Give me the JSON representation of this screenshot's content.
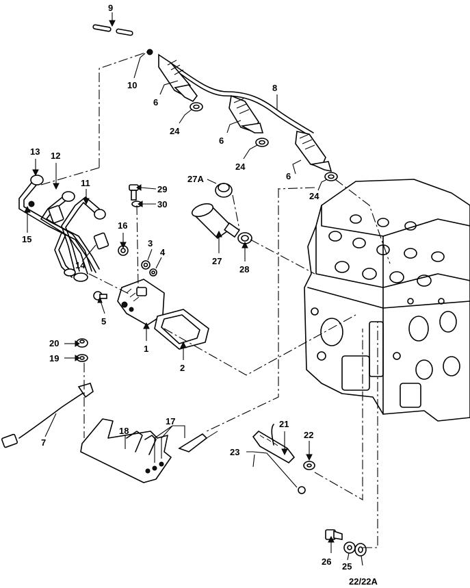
{
  "diagram": {
    "callouts": {
      "c1": "1",
      "c2": "2",
      "c3": "3",
      "c4": "4",
      "c5": "5",
      "c6a": "6",
      "c6b": "6",
      "c6c": "6",
      "c7": "7",
      "c8": "8",
      "c9": "9",
      "c10": "10",
      "c11": "11",
      "c12": "12",
      "c13": "13",
      "c14": "14",
      "c15": "15",
      "c16": "16",
      "c17": "17",
      "c18": "18",
      "c19": "19",
      "c20": "20",
      "c21": "21",
      "c22": "22",
      "c23": "23",
      "c24a": "24",
      "c24b": "24",
      "c24c": "24",
      "c25": "25",
      "c26": "26",
      "c27": "27",
      "c27a": "27A",
      "c28": "28",
      "c29": "29",
      "c30": "30",
      "c22_22a": "22/22A"
    }
  }
}
